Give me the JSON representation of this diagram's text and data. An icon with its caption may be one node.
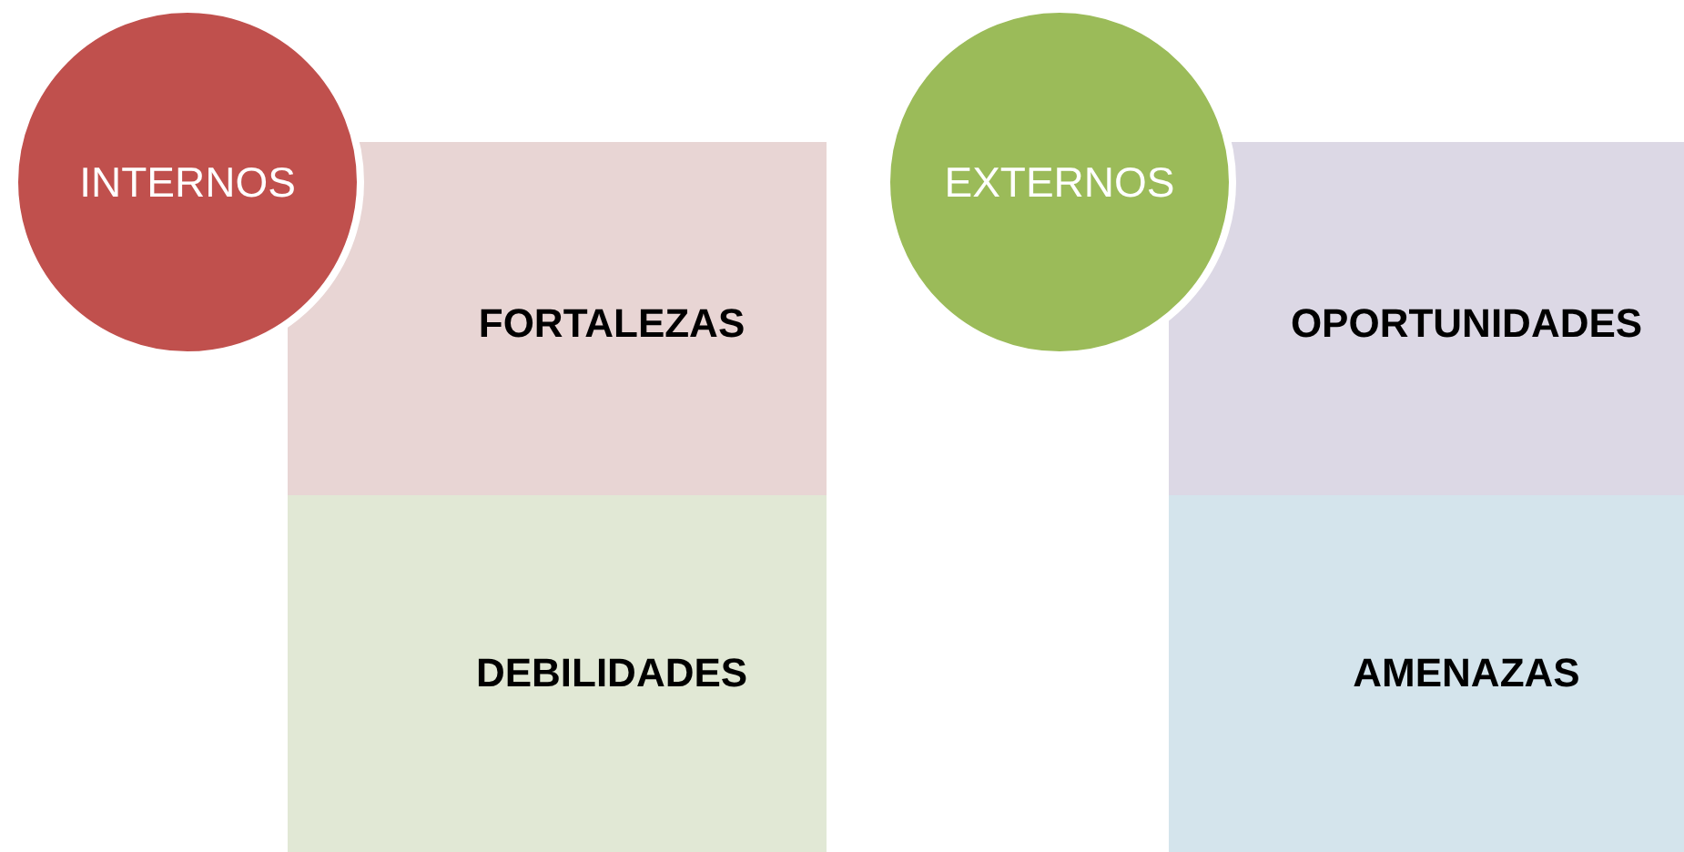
{
  "diagram": {
    "nodes": [
      {
        "text": [
          "INTERNOS"
        ]
      },
      {
        "text": [
          "FORTALEZAS"
        ]
      },
      {
        "text": [
          "DEBILIDADES"
        ]
      },
      {
        "text": [
          "EXTERNOS"
        ]
      },
      {
        "text": [
          "OPORTUNIDADES"
        ]
      },
      {
        "text": [
          "AMENAZAS"
        ]
      }
    ]
  }
}
